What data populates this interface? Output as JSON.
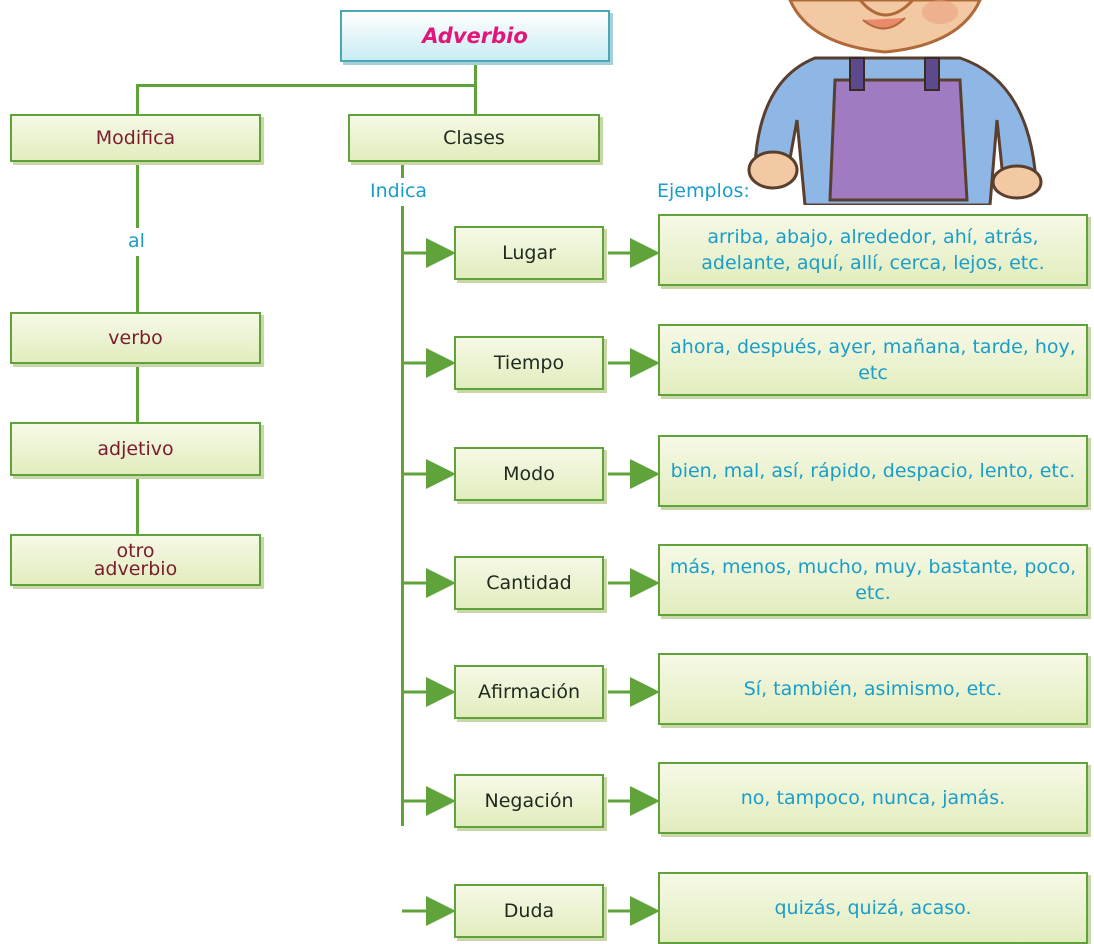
{
  "root": {
    "label": "Adverbio"
  },
  "left": {
    "header": "Modifica",
    "connector": "al",
    "items": [
      "verbo",
      "adjetivo",
      "otro adverbio"
    ]
  },
  "right": {
    "header": "Clases",
    "connector": "Indica",
    "examples_heading": "Ejemplos:",
    "classes": [
      {
        "name": "Lugar",
        "examples": "arriba, abajo, alrededor, ahí, atrás, adelante, aquí, allí, cerca, lejos, etc."
      },
      {
        "name": "Tiempo",
        "examples": "ahora, después, ayer, mañana, tarde, hoy, etc"
      },
      {
        "name": "Modo",
        "examples": "bien, mal, así, rápido, despacio, lento, etc."
      },
      {
        "name": "Cantidad",
        "examples": "más, menos, mucho, muy, bastante, poco, etc."
      },
      {
        "name": "Afirmación",
        "examples": "Sí, también, asimismo, etc."
      },
      {
        "name": "Negación",
        "examples": "no, tampoco, nunca, jamás."
      },
      {
        "name": "Duda",
        "examples": "quizás, quizá, acaso."
      }
    ]
  },
  "colors": {
    "line": "#5fa33a",
    "title_text": "#e2157a",
    "dark_text": "#7b1c2e",
    "accent_text": "#1a9ec9"
  }
}
